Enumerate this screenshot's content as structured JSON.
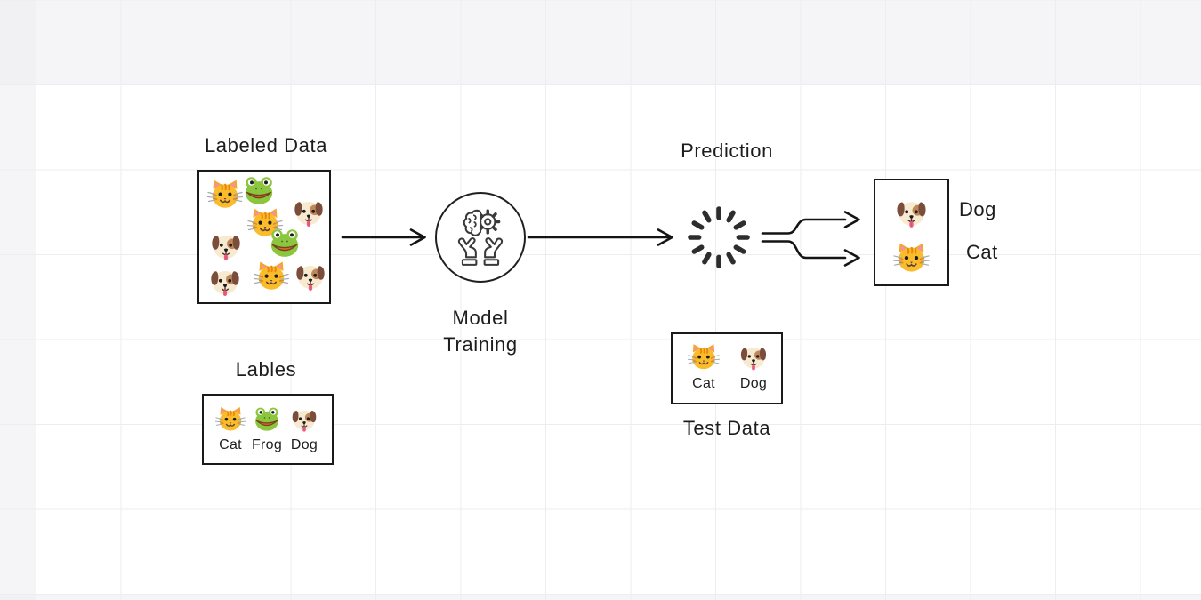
{
  "colors": {
    "ink": "#1d1d1d",
    "arrow": "#141414",
    "box_border": "#1a1a1a",
    "grid_line": "#ededef",
    "spinner": "#2d2d2d"
  },
  "labeled_data": {
    "title": "Labeled Data",
    "emojis": [
      "#emoji-cat",
      "#emoji-frog",
      "#emoji-dog",
      "#emoji-cat",
      "#emoji-frog",
      "#emoji-dog",
      "#emoji-dog",
      "#emoji-cat",
      "#emoji-dog"
    ]
  },
  "labels_box": {
    "title": "Lables",
    "items": [
      {
        "emoji": "#emoji-cat",
        "label": "Cat"
      },
      {
        "emoji": "#emoji-frog",
        "label": "Frog"
      },
      {
        "emoji": "#emoji-dog",
        "label": "Dog"
      }
    ]
  },
  "model_training": {
    "label_line1": "Model",
    "label_line2": "Training",
    "icon": "brain-gear-in-hands"
  },
  "prediction": {
    "title": "Prediction",
    "icon": "loading-spinner"
  },
  "test_data": {
    "title": "Test Data",
    "items": [
      {
        "emoji": "#emoji-cat",
        "label": "Cat"
      },
      {
        "emoji": "#emoji-dog",
        "label": "Dog"
      }
    ]
  },
  "output_box": {
    "items": [
      {
        "emoji": "#emoji-dog",
        "label": "Dog"
      },
      {
        "emoji": "#emoji-cat",
        "label": "Cat"
      }
    ]
  }
}
